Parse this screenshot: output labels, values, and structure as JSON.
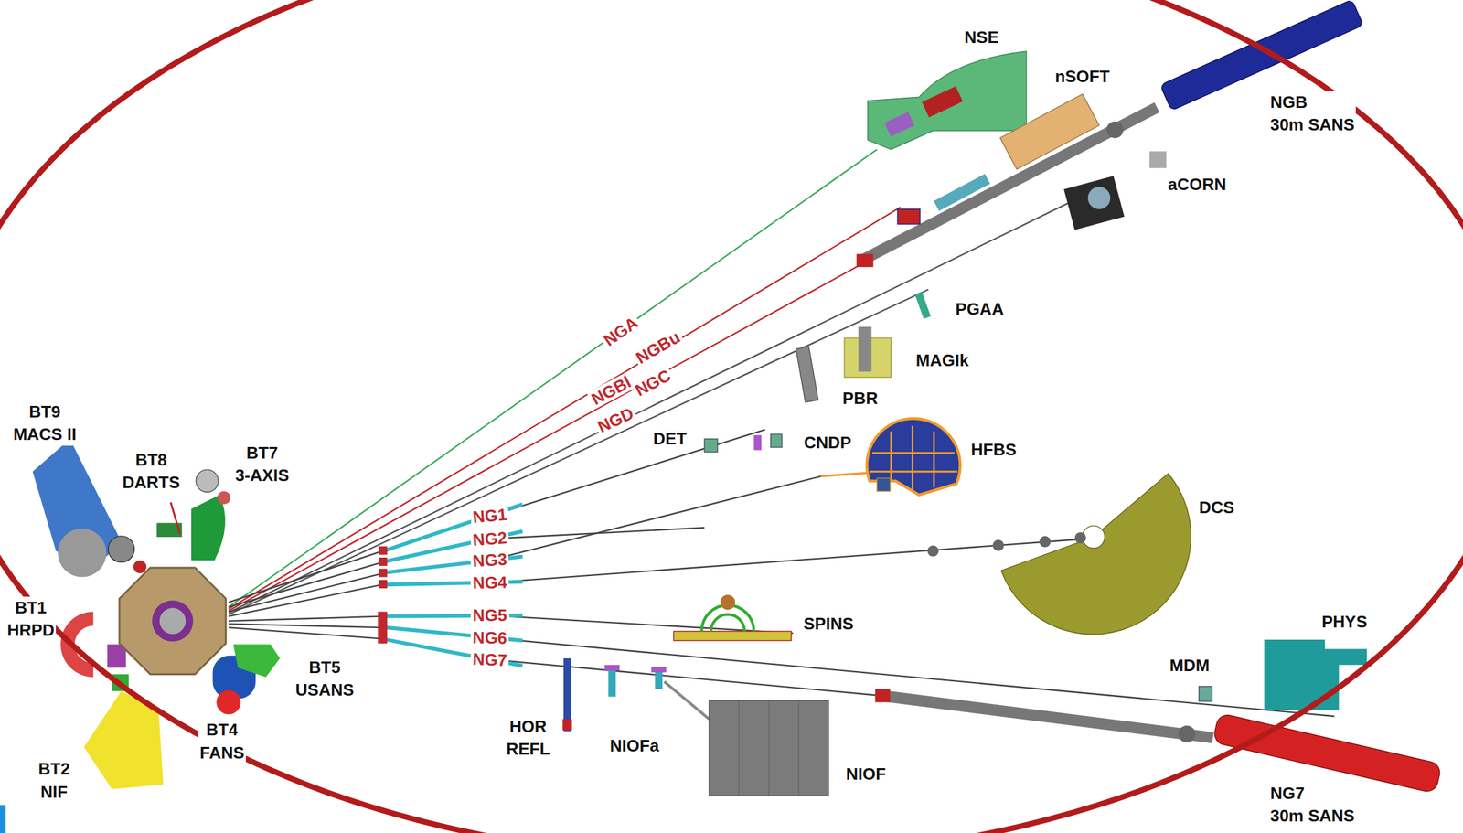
{
  "diagram": {
    "nodes": [
      {
        "text": [
          "NSE"
        ]
      },
      {
        "text": [
          "nSOFT"
        ]
      },
      {
        "text": [
          "NGB",
          "30m SANS"
        ]
      },
      {
        "text": [
          "aCORN"
        ]
      },
      {
        "text": [
          "PGAA"
        ]
      },
      {
        "text": [
          "MAGIk"
        ]
      },
      {
        "text": [
          "PBR"
        ]
      },
      {
        "text": [
          "DET"
        ]
      },
      {
        "text": [
          "CNDP"
        ]
      },
      {
        "text": [
          "HFBS"
        ]
      },
      {
        "text": [
          "DCS"
        ]
      },
      {
        "text": [
          "SPINS"
        ]
      },
      {
        "text": [
          "PHYS"
        ]
      },
      {
        "text": [
          "MDM"
        ]
      },
      {
        "text": [
          "HOR REFL"
        ]
      },
      {
        "text": [
          "NIOFa"
        ]
      },
      {
        "text": [
          "NIOF"
        ]
      },
      {
        "text": [
          "NG7",
          "30m SANS"
        ]
      },
      {
        "text": [
          "BT9",
          "MACS II"
        ]
      },
      {
        "text": [
          "BT8",
          "DARTS"
        ]
      },
      {
        "text": [
          "BT7",
          "3-AXIS"
        ]
      },
      {
        "text": [
          "BT1",
          "HRPD"
        ]
      },
      {
        "text": [
          "BT5",
          "USANS"
        ]
      },
      {
        "text": [
          "BT4",
          "FANS"
        ]
      },
      {
        "text": [
          "BT2",
          "NIF"
        ]
      }
    ],
    "labels": [
      "NGA",
      "NGBu",
      "NGBl",
      "NGC",
      "NGD",
      "NG1",
      "NG2",
      "NG3",
      "NG4",
      "NG5",
      "NG6",
      "NG7"
    ]
  }
}
